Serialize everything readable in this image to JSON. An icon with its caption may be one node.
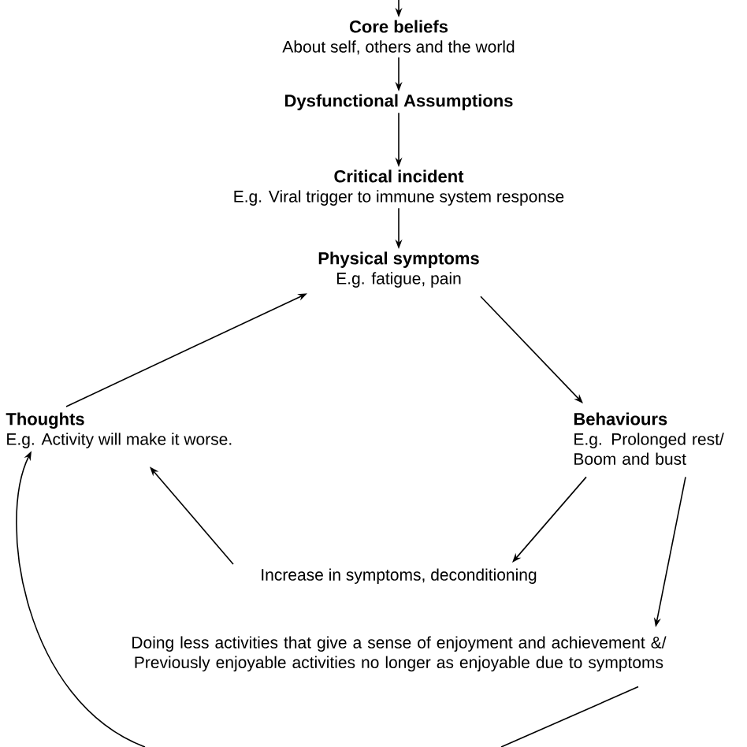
{
  "diagram": {
    "nodes": [
      {
        "text": [
          "Core beliefs",
          "About self, others and the world"
        ]
      },
      {
        "text": [
          "Dysfunctional Assumptions"
        ]
      },
      {
        "text": [
          "Critical incident",
          "E.g. Viral trigger to immune system response"
        ]
      },
      {
        "text": [
          "Physical symptoms",
          "E.g. fatigue, pain"
        ]
      },
      {
        "text": [
          "Thoughts",
          "E.g. Activity will make it worse."
        ]
      },
      {
        "text": [
          "Behaviours",
          "E.g. Prolonged rest/ Boom and bust"
        ]
      },
      {
        "text": [
          "Increase in symptoms, deconditioning"
        ]
      },
      {
        "text": [
          "Doing less activities that give a sense of enjoyment and achievement &/ Previously enjoyable activities no longer as enjoyable due to symptoms"
        ]
      }
    ],
    "edges": [
      {
        "from": null,
        "to": 0,
        "arrow": "to"
      },
      {
        "from": 0,
        "to": 1,
        "arrow": "to"
      },
      {
        "from": 1,
        "to": 2,
        "arrow": "to"
      },
      {
        "from": 2,
        "to": 3,
        "arrow": "to"
      },
      {
        "from": 3,
        "to": 5,
        "arrow": "to"
      },
      {
        "from": 4,
        "to": 3,
        "arrow": "to"
      },
      {
        "from": 5,
        "to": 6,
        "arrow": "to"
      },
      {
        "from": 6,
        "to": 4,
        "arrow": "to"
      },
      {
        "from": 5,
        "to": 7,
        "arrow": "to"
      },
      {
        "from": 7,
        "to": null,
        "arrow": "none"
      },
      {
        "from": null,
        "to": 4,
        "arrow": "to"
      }
    ]
  }
}
